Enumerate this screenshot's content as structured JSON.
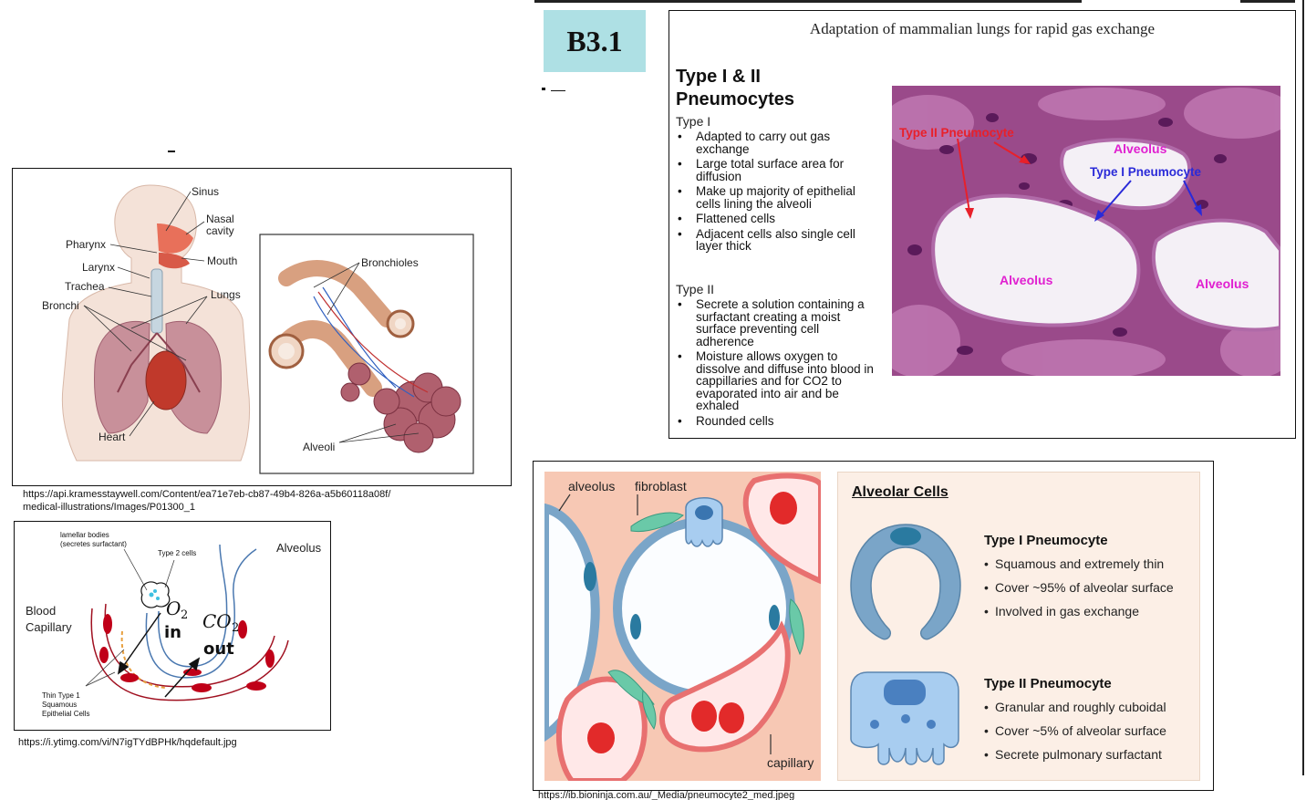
{
  "header": {
    "code": "B3.1"
  },
  "respiratory_figure": {
    "labels": {
      "sinus": "Sinus",
      "nasal": "Nasal",
      "cavity": "cavity",
      "pharynx": "Pharynx",
      "mouth": "Mouth",
      "larynx": "Larynx",
      "trachea": "Trachea",
      "lungs": "Lungs",
      "bronchi": "Bronchi",
      "heart": "Heart",
      "bronchioles": "Bronchioles",
      "alveoli": "Alveoli"
    },
    "source_line1": "https://api.kramesstaywell.com/Content/ea71e7eb-cb87-49b4-826a-a5b60118a08f/",
    "source_line2": "medical-illustrations/Images/P01300_1"
  },
  "gas_exchange_figure": {
    "labels": {
      "lamellar1": "lamellar bodies",
      "lamellar2": "(secretes surfactant)",
      "type2": "Type 2 cells",
      "alveolus": "Alveolus",
      "blood": "Blood",
      "capillary": "Capillary",
      "o2": "O",
      "o2_sub": "2",
      "in": "in",
      "co2": "CO",
      "co2_sub": "2",
      "out": "out",
      "thin1": "Thin Type 1",
      "thin2": "Squamous",
      "thin3": "Epithelial Cells"
    },
    "source": "https://i.ytimg.com/vi/N7igTYdBPHk/hqdefault.jpg"
  },
  "pneumocyte_panel": {
    "title": "Adaptation of mammalian lungs for rapid gas exchange",
    "heading_line1": "Type I & II",
    "heading_line2": "Pneumocytes",
    "type1_label": "Type I",
    "type1_points": [
      "Adapted to carry out gas exchange",
      "Large total surface area for diffusion",
      "Make up majority of epithelial cells lining the alveoli",
      "Flattened cells",
      "Adjacent cells also single cell layer thick"
    ],
    "type2_label": "Type II",
    "type2_points": [
      "Secrete a solution containing a surfactant creating a moist surface preventing cell adherence",
      "Moisture allows oxygen to dissolve and diffuse into blood in cappillaries and for CO2 to evaporated into air and be exhaled",
      "Rounded cells"
    ],
    "micrograph_labels": {
      "type2": "Type II Pneumocyte",
      "alveolus_top": "Alveolus",
      "type1": "Type I Pneumocyte",
      "alveolus_left": "Alveolus",
      "alveolus_right": "Alveolus"
    }
  },
  "alveolar_cells_panel": {
    "diagram_labels": {
      "alveolus": "alveolus",
      "fibroblast": "fibroblast",
      "capillary": "capillary"
    },
    "title": "Alveolar Cells",
    "type1_title": "Type I Pneumocyte",
    "type1_points": [
      "Squamous and extremely thin",
      "Cover ~95% of alveolar surface",
      "Involved in gas exchange"
    ],
    "type2_title": "Type II Pneumocyte",
    "type2_points": [
      "Granular and roughly cuboidal",
      "Cover ~5% of alveolar surface",
      "Secrete pulmonary surfactant"
    ],
    "source": "https://ib.bioninja.com.au/_Media/pneumocyte2_med.jpeg"
  },
  "colors": {
    "tag_bg": "#aee0e4",
    "micrograph_red": "#e8202a",
    "micrograph_magenta": "#e020d0",
    "micrograph_blue": "#2a2ad8",
    "type1_cell": "#7aa5c8",
    "type2_cell": "#a8cdf0",
    "info_bg": "#fcefe6"
  }
}
